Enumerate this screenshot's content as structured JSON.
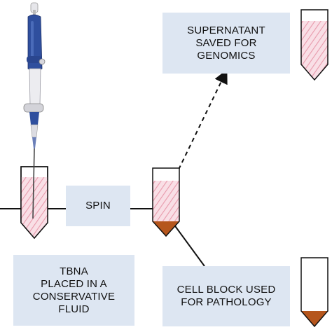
{
  "labels": {
    "supernatant": "SUPERNATANT\nSAVED FOR\nGENOMICS",
    "spin": "SPIN",
    "tbna": "TBNA\nPLACED IN A\nCONSERVATIVE\nFLUID",
    "cell_block": "CELL BLOCK USED\nFOR PATHOLOGY"
  },
  "colors": {
    "box_fill": "#dde6f2",
    "fluid_pink": "#f3b8c4",
    "pellet_brown": "#b5561d",
    "line": "#111111",
    "pipette_blue": "#2f4f9e"
  },
  "icons": [
    "pipette-icon",
    "tube-icon"
  ]
}
